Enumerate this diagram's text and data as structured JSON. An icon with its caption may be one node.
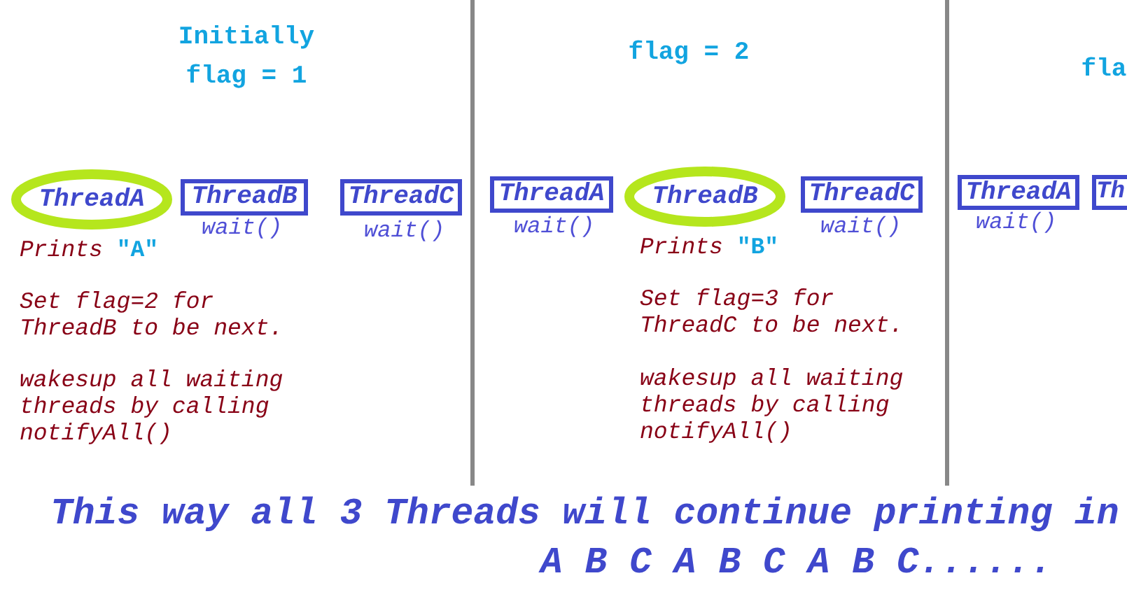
{
  "diagram": {
    "nodes": [
      {
        "text": [
          "ThreadA"
        ],
        "beside": [
          "Prints \"A\"",
          "Set flag=2 for ThreadB to be next.",
          "wakesup all waiting threads by calling notifyAll()"
        ]
      },
      {
        "text": [
          "ThreadB"
        ],
        "beside": [
          "wait()"
        ]
      },
      {
        "text": [
          "ThreadC"
        ],
        "beside": [
          "wait()"
        ]
      },
      {
        "text": [
          "ThreadA"
        ],
        "beside": [
          "wait()"
        ]
      },
      {
        "text": [
          "ThreadB"
        ],
        "beside": [
          "Prints \"B\"",
          "Set flag=3 for ThreadC to be next.",
          "wakesup all waiting threads by calling notifyAll()"
        ]
      },
      {
        "text": [
          "ThreadC"
        ],
        "beside": [
          "wait()"
        ]
      },
      {
        "text": [
          "ThreadA"
        ],
        "beside": [
          "wait()"
        ]
      },
      {
        "text": [
          "Th"
        ]
      }
    ],
    "labels": [
      "Initially flag = 1",
      "flag = 2",
      "fla",
      "This way all 3 Threads will continue printing in",
      "A B C A B C A B C......"
    ]
  }
}
